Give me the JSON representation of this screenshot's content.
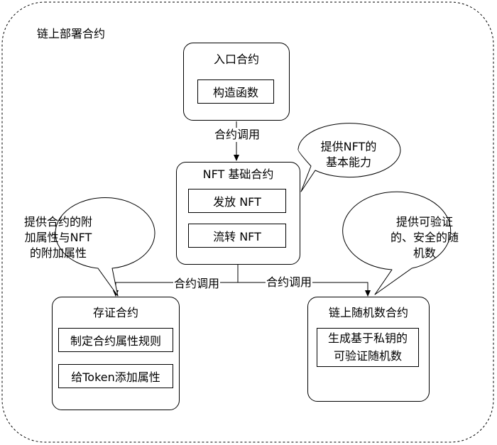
{
  "region": {
    "title": "链上部署合约"
  },
  "entry": {
    "title": "入口合约",
    "constructor": "构造函数"
  },
  "nft_base": {
    "title": "NFT 基础合约",
    "issue": "发放 NFT",
    "transfer": "流转 NFT"
  },
  "storage": {
    "title": "存证合约",
    "rule": "制定合约属性规则",
    "add_attr": "给Token添加属性"
  },
  "random": {
    "title": "链上随机数合约",
    "gen_line1": "生成基于私钥的",
    "gen_line2": "可验证随机数"
  },
  "edges": {
    "entry_to_nft": "合约调用",
    "nft_to_storage": "合约调用",
    "nft_to_random": "合约调用"
  },
  "callouts": {
    "nft": [
      "提供NFT的",
      "基本能力"
    ],
    "storage": [
      "提供合约的附",
      "加属性与NFT",
      "的附加属性"
    ],
    "random": [
      "提供可验证",
      "的、安全的随",
      "机数"
    ]
  }
}
